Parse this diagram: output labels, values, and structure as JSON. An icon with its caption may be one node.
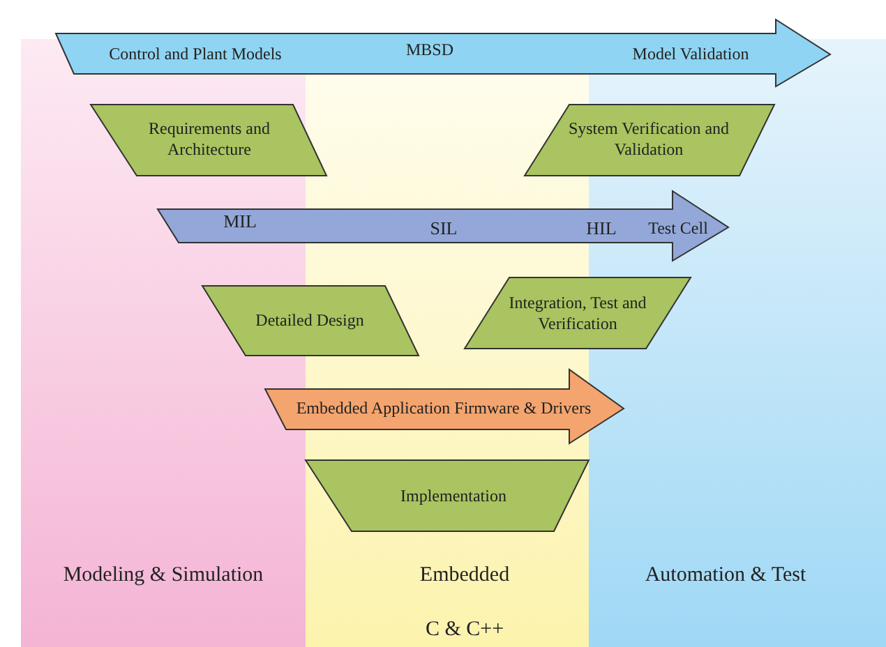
{
  "diagram": {
    "nodes": [
      {
        "text": [
          "Control and Plant Models",
          "MBSD",
          "Model Validation"
        ]
      },
      {
        "text": [
          "Requirements and Architecture"
        ]
      },
      {
        "text": [
          "System Verification and Validation"
        ]
      },
      {
        "text": [
          "MIL",
          "SIL",
          "HIL",
          "Test Cell"
        ]
      },
      {
        "text": [
          "Detailed Design"
        ]
      },
      {
        "text": [
          "Integration, Test and Verification"
        ]
      },
      {
        "text": [
          "Embedded Application Firmware & Drivers"
        ]
      },
      {
        "text": [
          "Implementation"
        ]
      }
    ],
    "labels": [
      "Modeling & Simulation",
      "Embedded",
      "Automation & Test",
      "C & C++"
    ]
  }
}
